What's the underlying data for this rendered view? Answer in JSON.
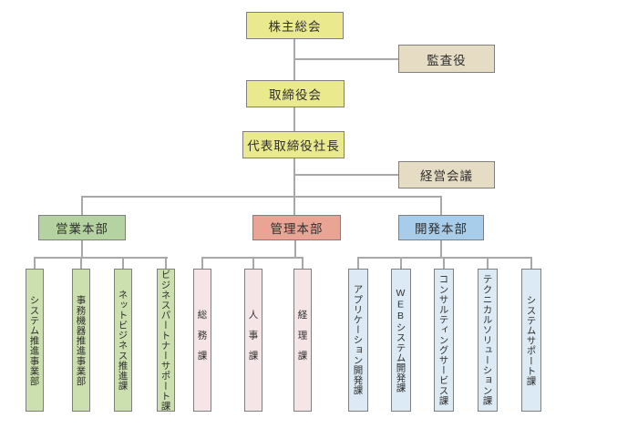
{
  "colors": {
    "yellow_fill": "#eae98e",
    "tan_fill": "#e5dcc3",
    "green_fill": "#b5d3a0",
    "salmon_fill": "#e9a494",
    "blue_fill": "#a7cdeb",
    "green_light_fill": "#ccdfae",
    "pink_light_fill": "#f6e5e7",
    "blue_light_fill": "#dbeaf4",
    "border": "#7f7f7f",
    "line": "#a8a8a8"
  },
  "org": {
    "shareholders_meeting": "株主総会",
    "auditor": "監査役",
    "board_of_directors": "取締役会",
    "president": "代表取締役社長",
    "management_council": "経営会議",
    "divisions": [
      {
        "label": "営業本部",
        "children": [
          "システム推進事業部",
          "事務機器推進事業部",
          "ネットビジネス推進課",
          "ビジネスパートナーサポート課"
        ]
      },
      {
        "label": "管理本部",
        "children": [
          "総務課",
          "人事課",
          "経理課"
        ]
      },
      {
        "label": "開発本部",
        "children": [
          "アプリケーション開発課",
          "WEBシステム開発課",
          "コンサルティングサービス課",
          "テクニカルソリューション課",
          "システムサポート課"
        ]
      }
    ]
  }
}
